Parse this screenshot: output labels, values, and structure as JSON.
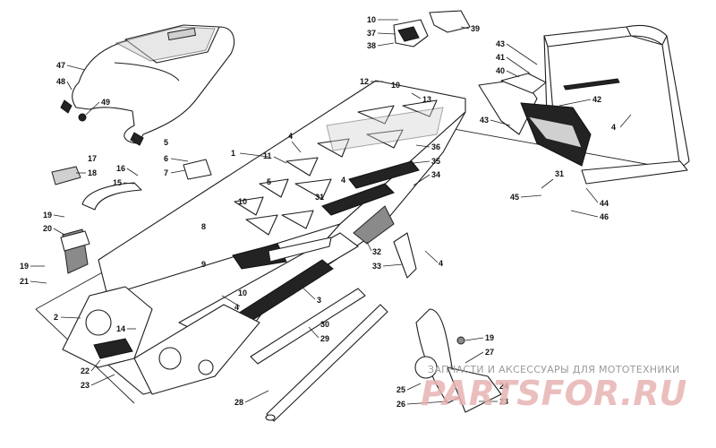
{
  "callouts": [
    "1",
    "2",
    "3",
    "4",
    "4",
    "4",
    "4",
    "5",
    "5",
    "6",
    "7",
    "8",
    "9",
    "10",
    "10",
    "10",
    "10",
    "11",
    "12",
    "13",
    "14",
    "15",
    "16",
    "17",
    "18",
    "19",
    "19",
    "19",
    "20",
    "21",
    "22",
    "23",
    "23",
    "24",
    "25",
    "26",
    "27",
    "28",
    "29",
    "30",
    "31",
    "31",
    "32",
    "33",
    "34",
    "35",
    "36",
    "37",
    "38",
    "39",
    "40",
    "41",
    "42",
    "43",
    "43",
    "44",
    "45",
    "46",
    "47",
    "48",
    "49"
  ],
  "watermark": {
    "caption": "ЗАПЧАСТИ И АКСЕССУАРЫ ДЛЯ МОТОТЕХНИКИ",
    "logo": "PARTSFOR.RU"
  }
}
